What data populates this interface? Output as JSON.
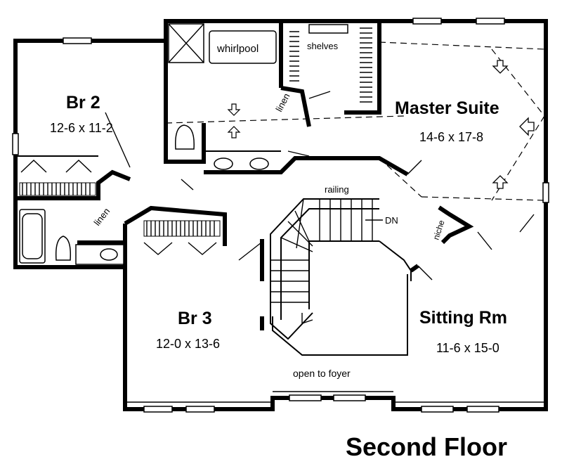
{
  "plan": {
    "title": "Second Floor",
    "rooms": [
      {
        "name": "Br 2",
        "dims": "12-6 x 11-2"
      },
      {
        "name": "Master Suite",
        "dims": "14-6 x 17-8"
      },
      {
        "name": "Br 3",
        "dims": "12-0 x 13-6"
      },
      {
        "name": "Sitting Rm",
        "dims": "11-6 x 15-0"
      }
    ],
    "labels": {
      "whirlpool": "whirlpool",
      "shelves": "shelves",
      "linen_master": "linen",
      "linen_hall": "linen",
      "railing": "railing",
      "dn": "DN",
      "niche": "niche",
      "open_to_foyer": "open to foyer"
    }
  }
}
